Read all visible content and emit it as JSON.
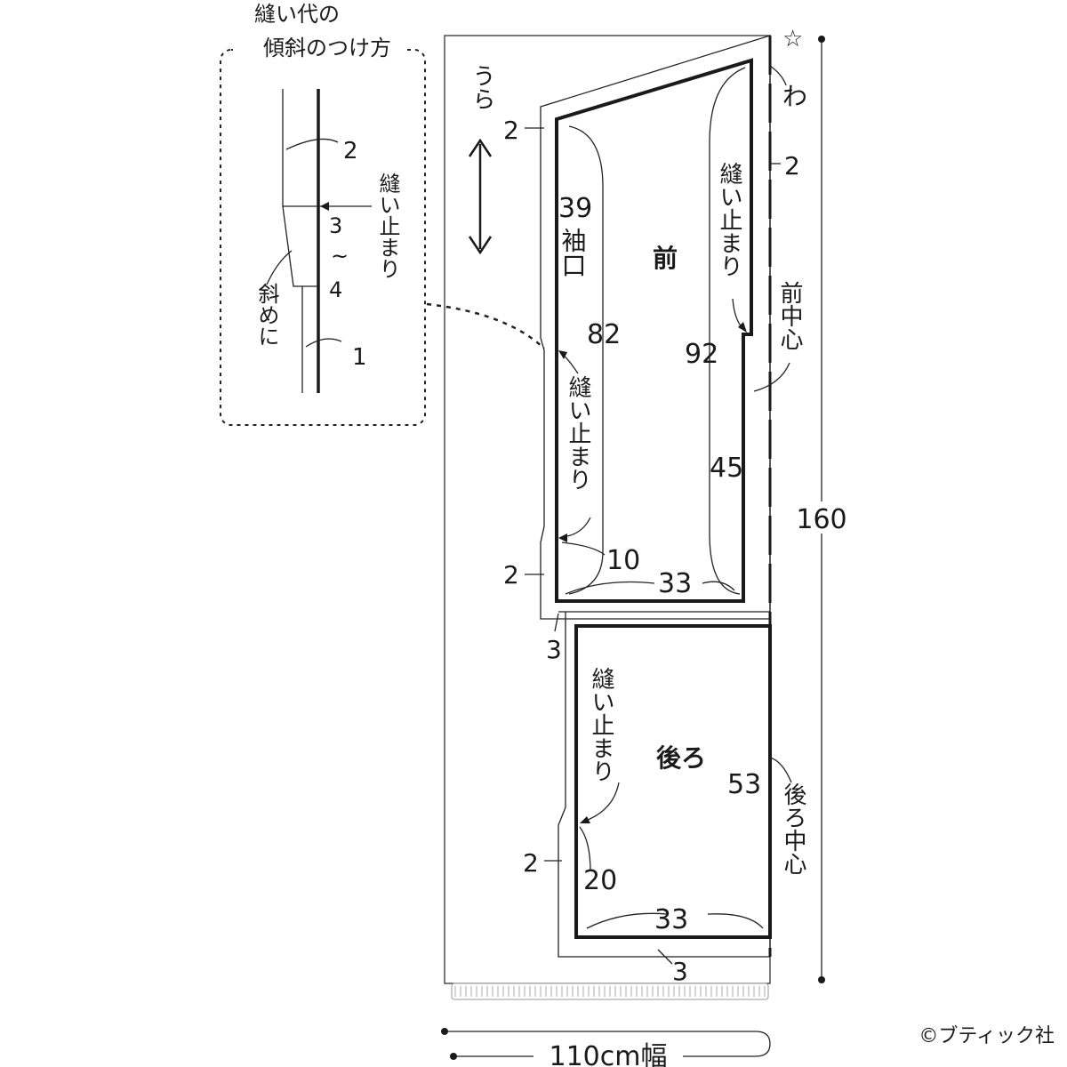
{
  "inset": {
    "title_line1": "縫い代の",
    "title_line2": "傾斜のつけ方",
    "label_2": "2",
    "label_stop": "縫い止まり",
    "label_3to4_a": "3",
    "label_3to4_b": "~",
    "label_3to4_c": "4",
    "label_diag": "斜めに",
    "label_1": "1"
  },
  "fabric": {
    "side_label": "うら",
    "star": "☆",
    "fold": "わ",
    "width_label": "110cm幅",
    "length_label": "160"
  },
  "front": {
    "name": "前",
    "seam_top": "2",
    "seam_right": "2",
    "seam_bottom_left": "2",
    "seam_hem": "3",
    "cuff_num": "39",
    "cuff_label": "袖口",
    "left_len": "82",
    "right_len": "92",
    "lower_right": "45",
    "bottom_side": "10",
    "width": "33",
    "stop_right": "縫い止まり",
    "stop_left": "縫い止まり",
    "center": "前中心"
  },
  "back": {
    "name": "後ろ",
    "seam_left": "2",
    "seam_hem": "3",
    "right_len": "53",
    "bottom_side": "20",
    "width": "33",
    "stop": "縫い止まり",
    "center": "後ろ中心"
  },
  "copyright": "©ブティック社"
}
